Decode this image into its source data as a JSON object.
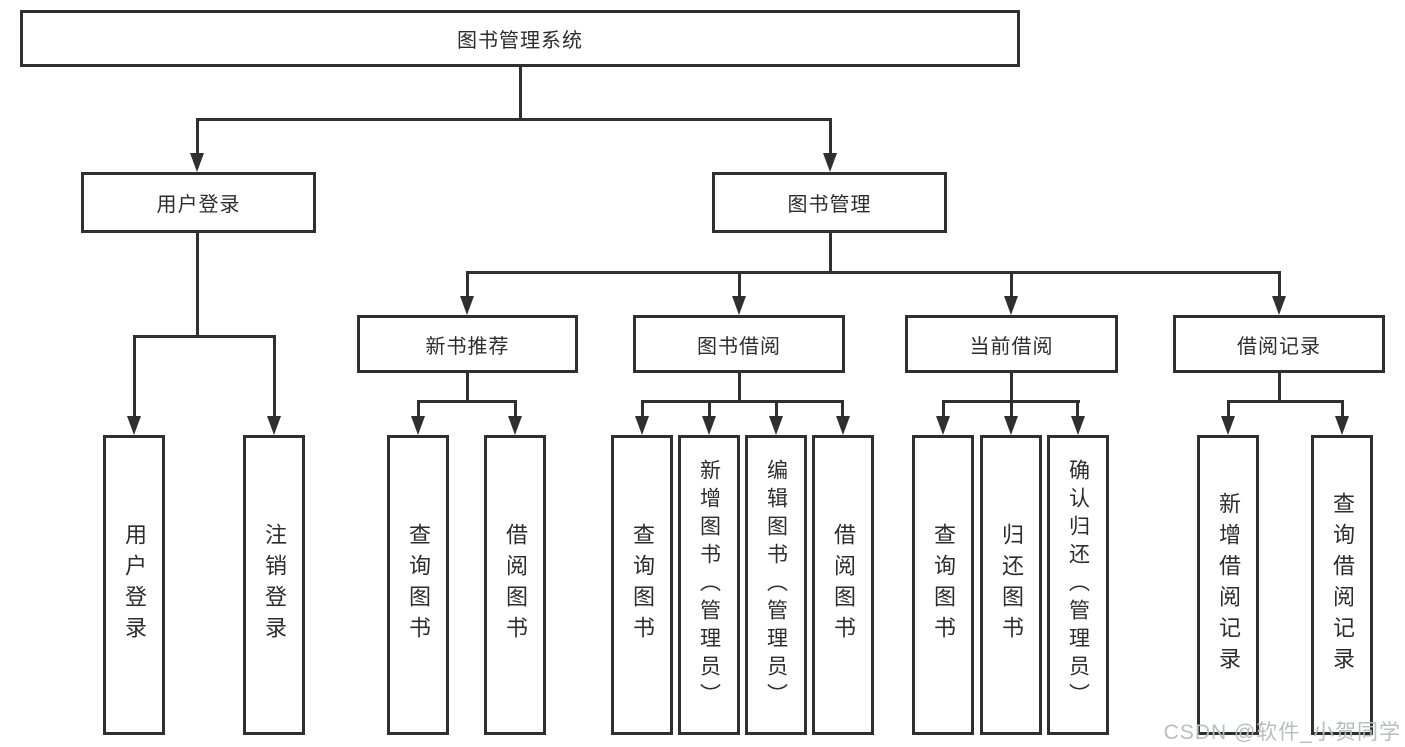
{
  "diagram": {
    "type": "tree",
    "root": {
      "label": "图书管理系统",
      "children": [
        {
          "label": "用户登录",
          "children": [
            {
              "label": "用户登录"
            },
            {
              "label": "注销登录"
            }
          ]
        },
        {
          "label": "图书管理",
          "children": [
            {
              "label": "新书推荐",
              "children": [
                {
                  "label": "查询图书"
                },
                {
                  "label": "借阅图书"
                }
              ]
            },
            {
              "label": "图书借阅",
              "children": [
                {
                  "label": "查询图书"
                },
                {
                  "label": "新增图书（管理员）"
                },
                {
                  "label": "编辑图书（管理员）"
                },
                {
                  "label": "借阅图书"
                }
              ]
            },
            {
              "label": "当前借阅",
              "children": [
                {
                  "label": "查询图书"
                },
                {
                  "label": "归还图书"
                },
                {
                  "label": "确认归还（管理员）"
                }
              ]
            },
            {
              "label": "借阅记录",
              "children": [
                {
                  "label": "新增借阅记录"
                },
                {
                  "label": "查询借阅记录"
                }
              ]
            }
          ]
        }
      ]
    }
  },
  "watermark": {
    "text": "CSDN @软件_小贺同学",
    "color": "#b9bdc2"
  },
  "colors": {
    "line": "#2f2f2f",
    "box_background": "#ffffff",
    "text": "#2d2d2d"
  }
}
